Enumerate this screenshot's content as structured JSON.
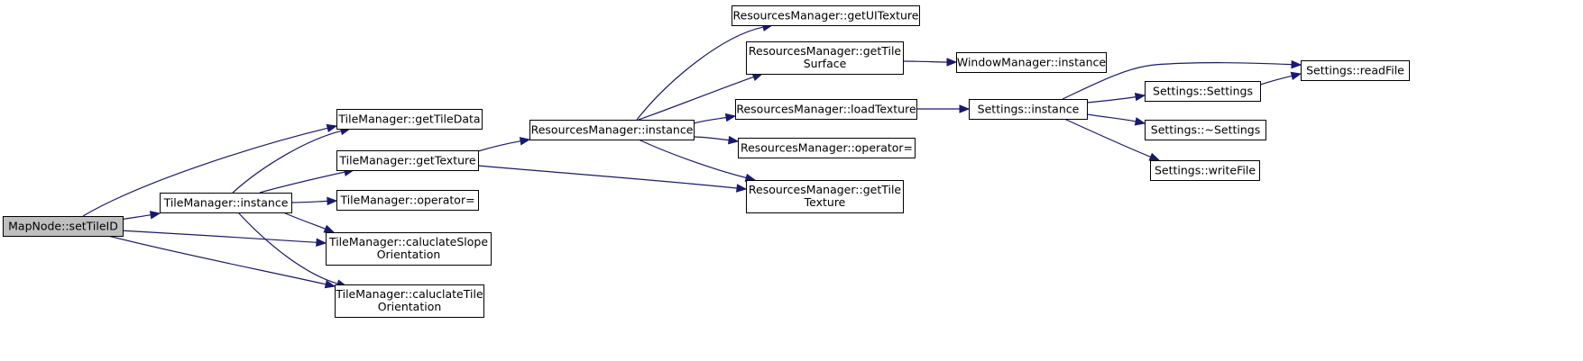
{
  "colors": {
    "edge": "#191970",
    "node_fill": "#ffffff",
    "root_fill": "#bfbfbf",
    "node_border": "#000000"
  },
  "nodes": {
    "setTileID": {
      "lines": [
        "MapNode::setTileID"
      ],
      "root": true
    },
    "tm_instance": {
      "lines": [
        "TileManager::instance"
      ]
    },
    "tm_getTileData": {
      "lines": [
        "TileManager::getTileData"
      ]
    },
    "tm_getTexture": {
      "lines": [
        "TileManager::getTexture"
      ]
    },
    "tm_operator": {
      "lines": [
        "TileManager::operator="
      ]
    },
    "tm_slope": {
      "lines": [
        "TileManager::caluclateSlope",
        "Orientation"
      ]
    },
    "tm_tileOrient": {
      "lines": [
        "TileManager::caluclateTile",
        "Orientation"
      ]
    },
    "rm_instance": {
      "lines": [
        "ResourcesManager::instance"
      ]
    },
    "rm_getUITexture": {
      "lines": [
        "ResourcesManager::getUITexture"
      ]
    },
    "rm_getTileSurface": {
      "lines": [
        "ResourcesManager::getTile",
        "Surface"
      ]
    },
    "rm_loadTexture": {
      "lines": [
        "ResourcesManager::loadTexture"
      ]
    },
    "rm_operator": {
      "lines": [
        "ResourcesManager::operator="
      ]
    },
    "rm_getTileTexture": {
      "lines": [
        "ResourcesManager::getTile",
        "Texture"
      ]
    },
    "wm_instance": {
      "lines": [
        "WindowManager::instance"
      ]
    },
    "s_instance": {
      "lines": [
        "Settings::instance"
      ]
    },
    "s_ctor": {
      "lines": [
        "Settings::Settings"
      ]
    },
    "s_dtor": {
      "lines": [
        "Settings::~Settings"
      ]
    },
    "s_writeFile": {
      "lines": [
        "Settings::writeFile"
      ]
    },
    "s_readFile": {
      "lines": [
        "Settings::readFile"
      ]
    }
  },
  "edges": [
    [
      "setTileID",
      "tm_getTileData"
    ],
    [
      "setTileID",
      "tm_instance"
    ],
    [
      "setTileID",
      "tm_slope"
    ],
    [
      "setTileID",
      "tm_tileOrient"
    ],
    [
      "tm_instance",
      "tm_getTileData"
    ],
    [
      "tm_instance",
      "tm_getTexture"
    ],
    [
      "tm_instance",
      "tm_operator"
    ],
    [
      "tm_instance",
      "tm_slope"
    ],
    [
      "tm_instance",
      "tm_tileOrient"
    ],
    [
      "tm_getTexture",
      "rm_instance"
    ],
    [
      "tm_getTexture",
      "rm_getTileTexture"
    ],
    [
      "rm_instance",
      "rm_getUITexture"
    ],
    [
      "rm_instance",
      "rm_getTileSurface"
    ],
    [
      "rm_instance",
      "rm_loadTexture"
    ],
    [
      "rm_instance",
      "rm_operator"
    ],
    [
      "rm_instance",
      "rm_getTileTexture"
    ],
    [
      "rm_getTileSurface",
      "wm_instance"
    ],
    [
      "rm_loadTexture",
      "s_instance"
    ],
    [
      "s_instance",
      "s_readFile"
    ],
    [
      "s_instance",
      "s_ctor"
    ],
    [
      "s_instance",
      "s_dtor"
    ],
    [
      "s_instance",
      "s_writeFile"
    ],
    [
      "s_ctor",
      "s_readFile"
    ]
  ]
}
